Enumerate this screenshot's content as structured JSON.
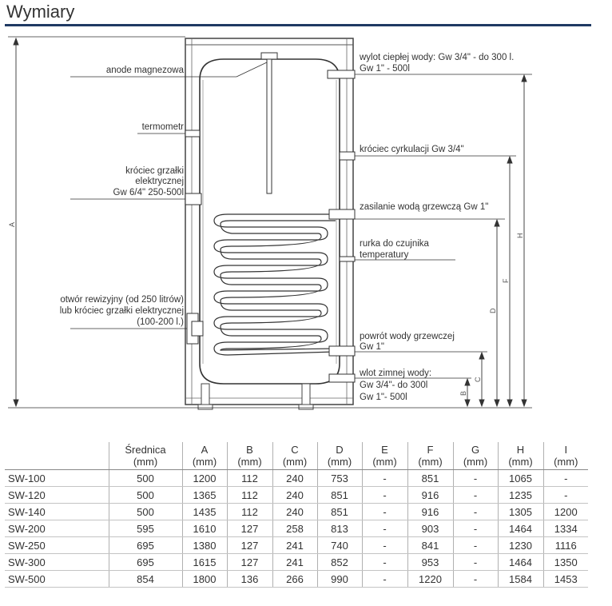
{
  "title": "Wymiary",
  "labels": {
    "anode": "anode magnezowa",
    "thermometer": "termometr",
    "heater_1": "króciec grzałki",
    "heater_2": "elektrycznej",
    "heater_3": "Gw 6/4\" 250-500l",
    "inspection_1": "otwór rewizyjny (od 250 litrów)",
    "inspection_2": "lub króciec grzałki elektrycznej",
    "inspection_3": "(100-200 l.)",
    "hot_out_1": "wylot ciepłej wody: Gw 3/4\" - do 300 l.",
    "hot_out_2": "Gw 1\" - 500l",
    "circulation": "króciec cyrkulacji Gw 3/4\"",
    "heating_supply": "zasilanie wodą grzewczą Gw 1\"",
    "sensor_1": "rurka do czujnika",
    "sensor_2": "temperatury",
    "heating_return_1": "powrót wody grzewczej",
    "heating_return_2": "Gw 1\"",
    "cold_in_1": "wlot zimnej wody:",
    "cold_in_2": "Gw 3/4\"- do 300l",
    "cold_in_3": "Gw 1\"- 500l"
  },
  "dims": {
    "A": "A",
    "B": "B",
    "C": "C",
    "D": "D",
    "F": "F",
    "H": "H"
  },
  "table": {
    "headers": [
      {
        "l1": "",
        "l2": ""
      },
      {
        "l1": "Średnica",
        "l2": "(mm)"
      },
      {
        "l1": "A",
        "l2": "(mm)"
      },
      {
        "l1": "B",
        "l2": "(mm)"
      },
      {
        "l1": "C",
        "l2": "(mm)"
      },
      {
        "l1": "D",
        "l2": "(mm)"
      },
      {
        "l1": "E",
        "l2": "(mm)"
      },
      {
        "l1": "F",
        "l2": "(mm)"
      },
      {
        "l1": "G",
        "l2": "(mm)"
      },
      {
        "l1": "H",
        "l2": "(mm)"
      },
      {
        "l1": "I",
        "l2": "(mm)"
      }
    ],
    "rows": [
      [
        "SW-100",
        "500",
        "1200",
        "112",
        "240",
        "753",
        "-",
        "851",
        "-",
        "1065",
        "-"
      ],
      [
        "SW-120",
        "500",
        "1365",
        "112",
        "240",
        "851",
        "-",
        "916",
        "-",
        "1235",
        "-"
      ],
      [
        "SW-140",
        "500",
        "1435",
        "112",
        "240",
        "851",
        "-",
        "916",
        "-",
        "1305",
        "1200"
      ],
      [
        "SW-200",
        "595",
        "1610",
        "127",
        "258",
        "813",
        "-",
        "903",
        "-",
        "1464",
        "1334"
      ],
      [
        "SW-250",
        "695",
        "1380",
        "127",
        "241",
        "740",
        "-",
        "841",
        "-",
        "1230",
        "1116"
      ],
      [
        "SW-300",
        "695",
        "1615",
        "127",
        "241",
        "852",
        "-",
        "953",
        "-",
        "1464",
        "1350"
      ],
      [
        "SW-500",
        "854",
        "1800",
        "136",
        "266",
        "990",
        "-",
        "1220",
        "-",
        "1584",
        "1453"
      ]
    ]
  }
}
